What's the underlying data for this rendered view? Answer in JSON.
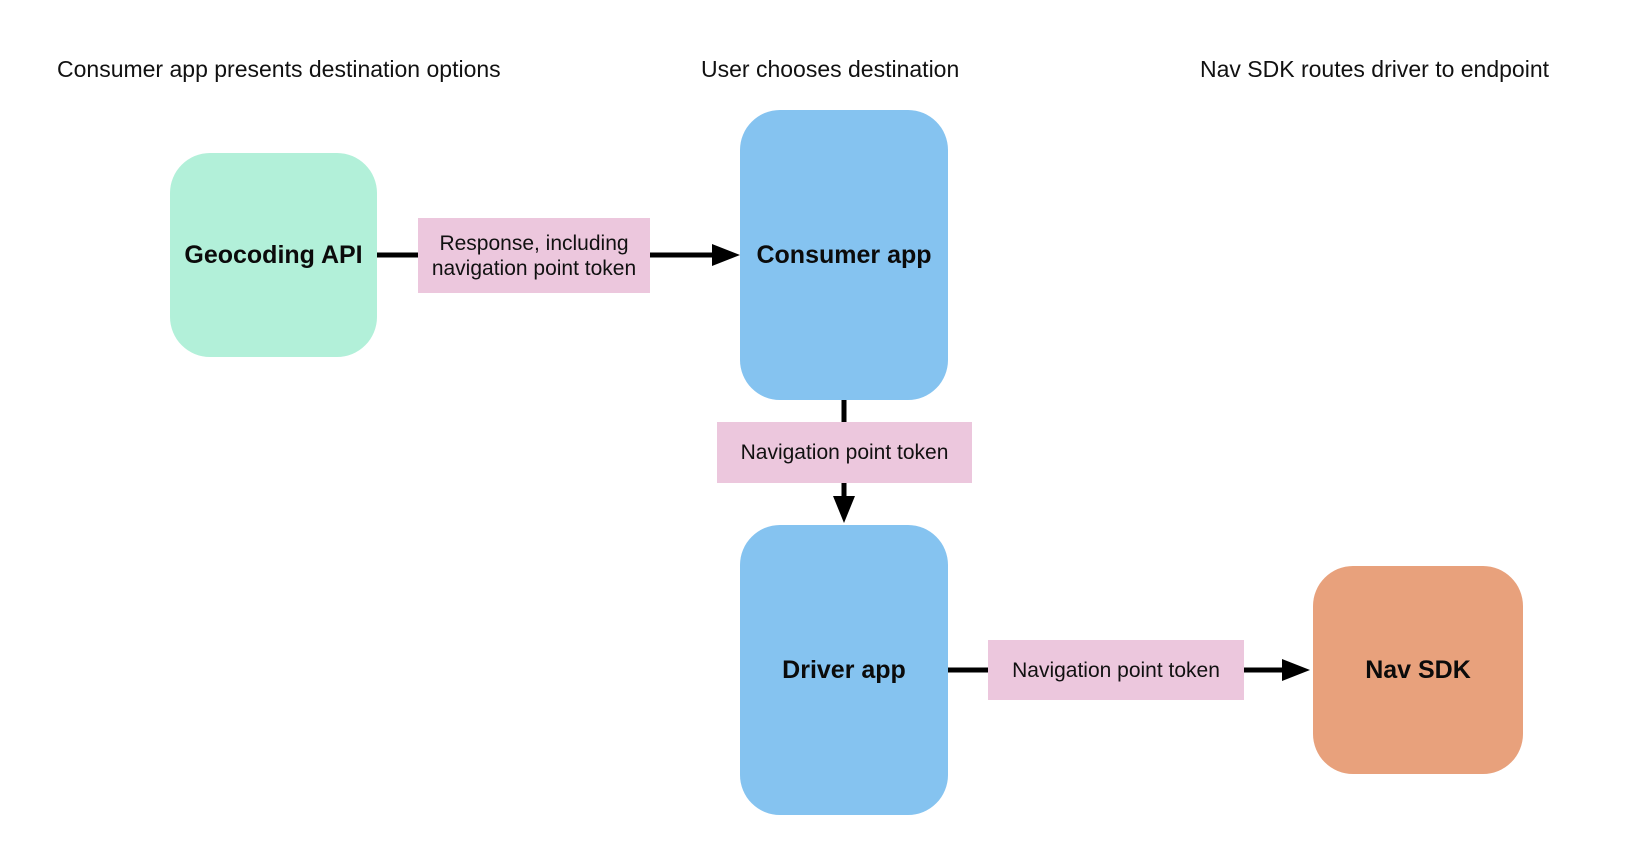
{
  "page": {
    "background_color": "#ffffff",
    "text_color": "#111111",
    "arrow_color": "#000000"
  },
  "headers": {
    "step1": "Consumer app presents destination options",
    "step2": "User chooses destination",
    "step3": "Nav SDK routes driver to endpoint"
  },
  "nodes": {
    "geocoding_api": {
      "label": "Geocoding API",
      "color": "#b2f0d9"
    },
    "consumer_app": {
      "label": "Consumer app",
      "color": "#85c3f0"
    },
    "driver_app": {
      "label": "Driver app",
      "color": "#85c3f0"
    },
    "nav_sdk": {
      "label": "Nav SDK",
      "color": "#e8a17c"
    }
  },
  "edge_labels": {
    "background": "#ecc7dd",
    "geocoding_to_consumer": "Response, including navigation point token",
    "consumer_to_driver": "Navigation point token",
    "driver_to_navsdk": "Navigation point token"
  }
}
